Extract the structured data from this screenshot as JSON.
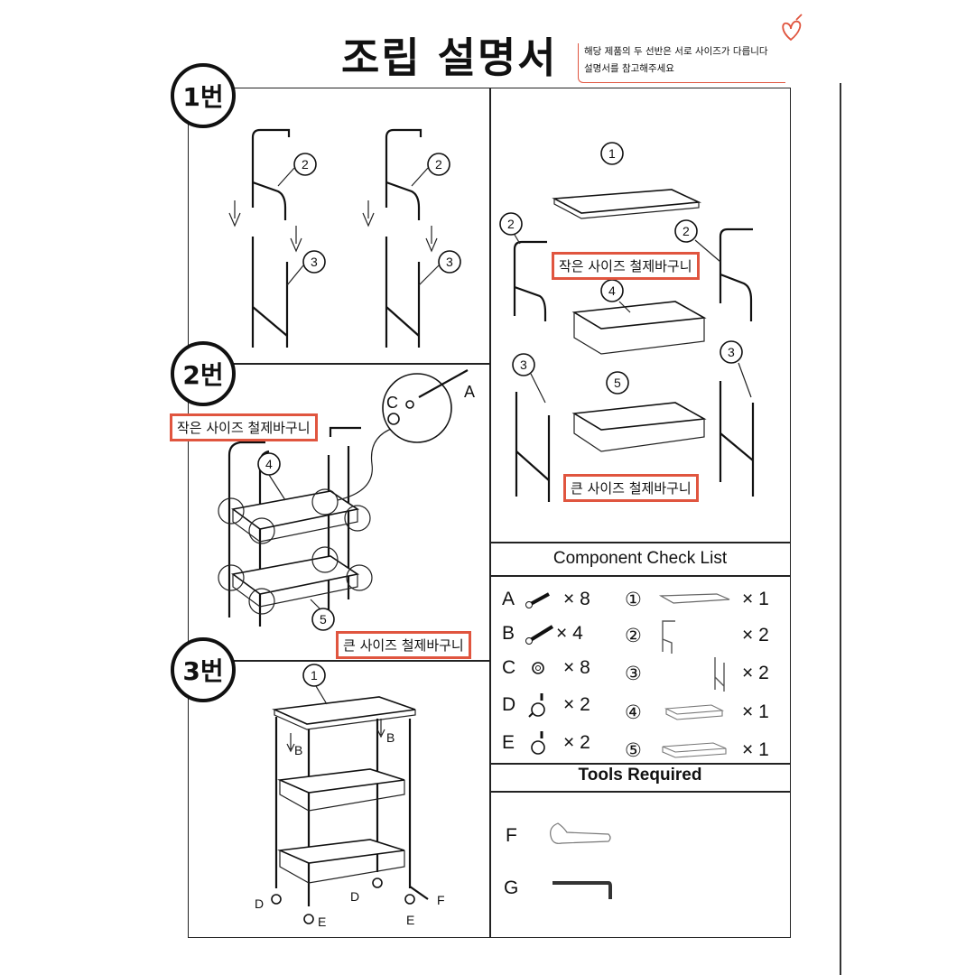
{
  "header": {
    "title": "조립 설명서",
    "note_line1": "해당 제품의 두 선반은 서로 사이즈가 다릅니다",
    "note_line2": "설명서를 참고해주세요"
  },
  "steps": {
    "step1": "1번",
    "step2": "2번",
    "step3": "3번"
  },
  "callouts": {
    "small_basket": "작은 사이즈 철제바구니",
    "large_basket": "큰 사이즈 철제바구니"
  },
  "part_numbers": [
    "1",
    "2",
    "3",
    "4",
    "5"
  ],
  "hardware_labels": {
    "A": "A",
    "B": "B",
    "C": "C",
    "D": "D",
    "E": "E",
    "F": "F",
    "G": "G"
  },
  "checklist": {
    "title": "Component Check List",
    "hardware": [
      {
        "letter": "A",
        "qty": "× 8",
        "icon": "screw-icon"
      },
      {
        "letter": "B",
        "qty": "× 4",
        "icon": "screw-icon"
      },
      {
        "letter": "C",
        "qty": "× 8",
        "icon": "nut-icon"
      },
      {
        "letter": "D",
        "qty": "× 2",
        "icon": "caster-brake-icon"
      },
      {
        "letter": "E",
        "qty": "× 2",
        "icon": "caster-icon"
      }
    ],
    "parts": [
      {
        "num": "①",
        "qty": "× 1",
        "icon": "top-board-icon"
      },
      {
        "num": "②",
        "qty": "× 2",
        "icon": "upper-frame-icon"
      },
      {
        "num": "③",
        "qty": "× 2",
        "icon": "lower-frame-icon"
      },
      {
        "num": "④",
        "qty": "× 1",
        "icon": "small-basket-icon"
      },
      {
        "num": "⑤",
        "qty": "× 1",
        "icon": "large-basket-icon"
      }
    ]
  },
  "tools": {
    "title": "Tools Required",
    "items": [
      {
        "letter": "F",
        "icon": "wrench-icon"
      },
      {
        "letter": "G",
        "icon": "hex-key-icon"
      }
    ]
  },
  "colors": {
    "accent": "#e0553f",
    "line": "#111111"
  }
}
